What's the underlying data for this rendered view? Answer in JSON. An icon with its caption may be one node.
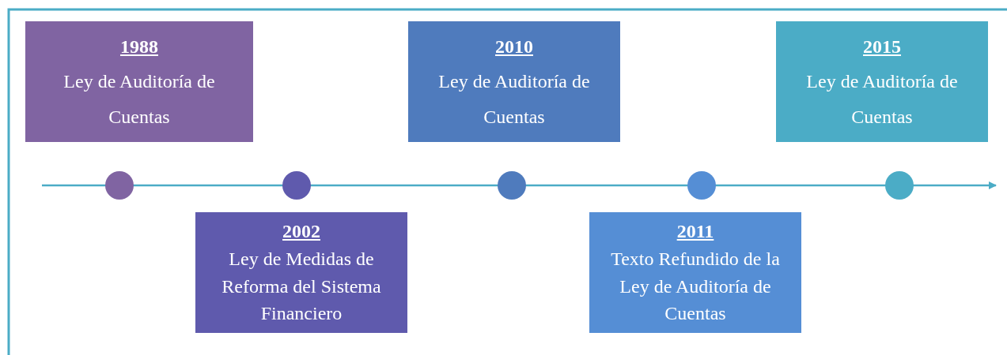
{
  "diagram": {
    "nodes": [
      {
        "text": [
          "1988",
          "Ley de Auditoría de Cuentas"
        ]
      },
      {
        "text": [
          "2010",
          "Ley de Auditoría de Cuentas"
        ]
      },
      {
        "text": [
          "2015",
          "Ley de Auditoría de Cuentas"
        ]
      },
      {
        "text": [],
        "shape": "circle"
      },
      {
        "text": [],
        "shape": "circle"
      },
      {
        "text": [],
        "shape": "circle"
      },
      {
        "text": [],
        "shape": "circle"
      },
      {
        "text": [],
        "shape": "circle"
      },
      {
        "text": [
          "2002",
          "Ley de Medidas de Reforma del Sistema Financiero"
        ]
      },
      {
        "text": [
          "2011",
          "Texto Refundido de la Ley de Auditoría de Cuentas"
        ]
      }
    ]
  }
}
